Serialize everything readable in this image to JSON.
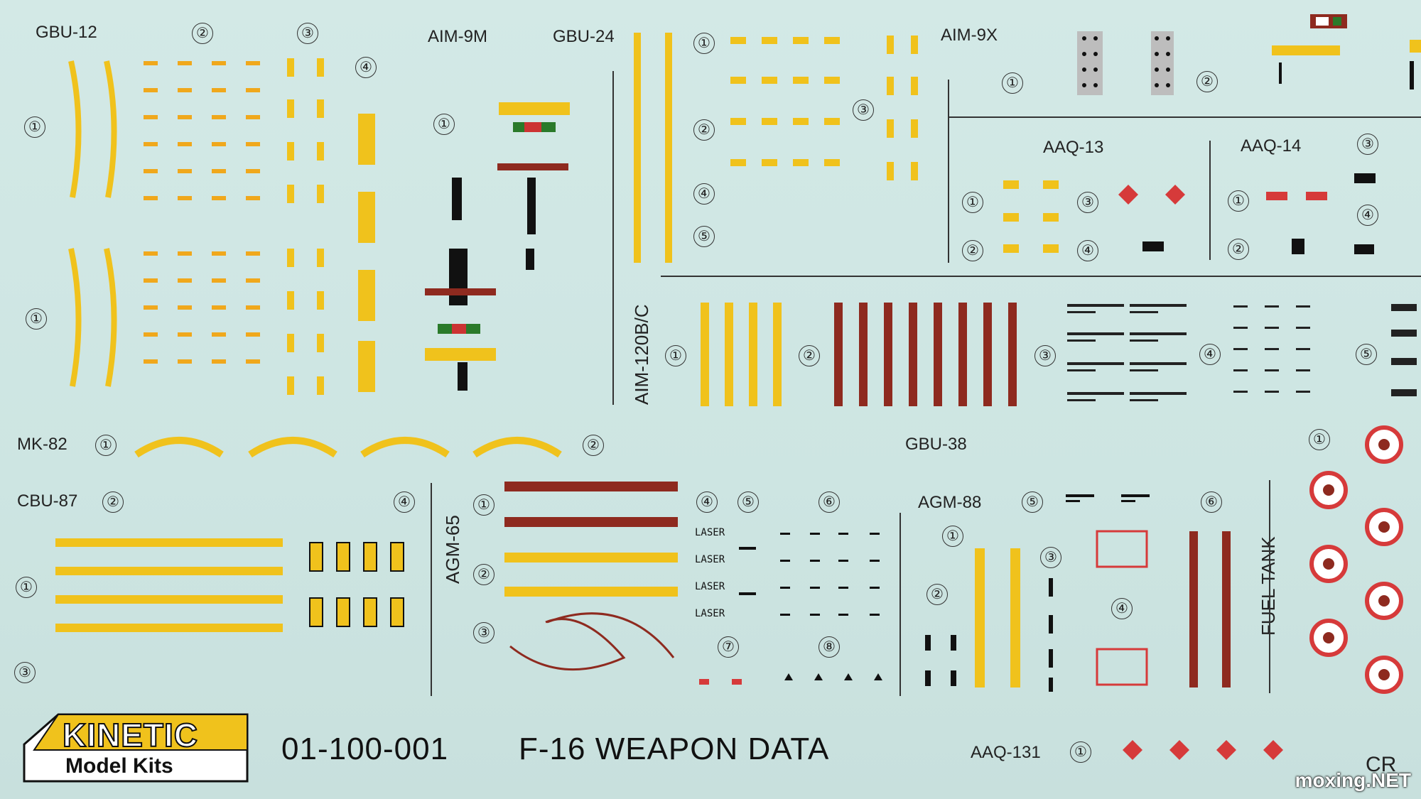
{
  "labels": {
    "gbu12": "GBU-12",
    "aim9m": "AIM-9M",
    "gbu24": "GBU-24",
    "aim9x": "AIM-9X",
    "aaq13": "AAQ-13",
    "aaq14": "AAQ-14",
    "aim120": "AIM-120B/C",
    "mk82": "MK-82",
    "gbu38": "GBU-38",
    "cbu87": "CBU-87",
    "agm65": "AGM-65",
    "agm88": "AGM-88",
    "fueltank": "FUEL TANK",
    "aaq131": "AAQ-131",
    "cr": "CR"
  },
  "laser": [
    "LASER",
    "LASER",
    "LASER",
    "LASER"
  ],
  "logo": {
    "brand": "KINETIC",
    "sub": "Model Kits"
  },
  "footer": {
    "code": "01-100-001",
    "title": "F-16 WEAPON DATA"
  },
  "watermark": "moxing.NET",
  "colors": {
    "background": "#cfe6e3",
    "yellow": "#f0c21c",
    "red": "#8e2a1f",
    "target_red": "#d63a3a"
  },
  "numbers": {
    "n1": "①",
    "n2": "②",
    "n3": "③",
    "n4": "④",
    "n5": "⑤",
    "n6": "⑥",
    "n7": "⑦",
    "n8": "⑧"
  }
}
